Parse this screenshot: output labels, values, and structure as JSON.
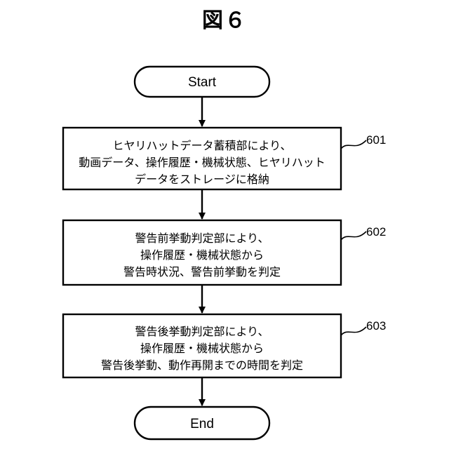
{
  "figure": {
    "title": "図６"
  },
  "start": {
    "label": "Start"
  },
  "end": {
    "label": "End"
  },
  "steps": [
    {
      "ref": "601",
      "lines": [
        "ヒヤリハットデータ蓄積部により、",
        "動画データ、操作履歴・機械状態、ヒヤリハット",
        "データをストレージに格納"
      ]
    },
    {
      "ref": "602",
      "lines": [
        "警告前挙動判定部により、",
        "操作履歴・機械状態から",
        "警告時状況、警告前挙動を判定"
      ]
    },
    {
      "ref": "603",
      "lines": [
        "警告後挙動判定部により、",
        "操作履歴・機械状態から",
        "警告後挙動、動作再開までの時間を判定"
      ]
    }
  ]
}
